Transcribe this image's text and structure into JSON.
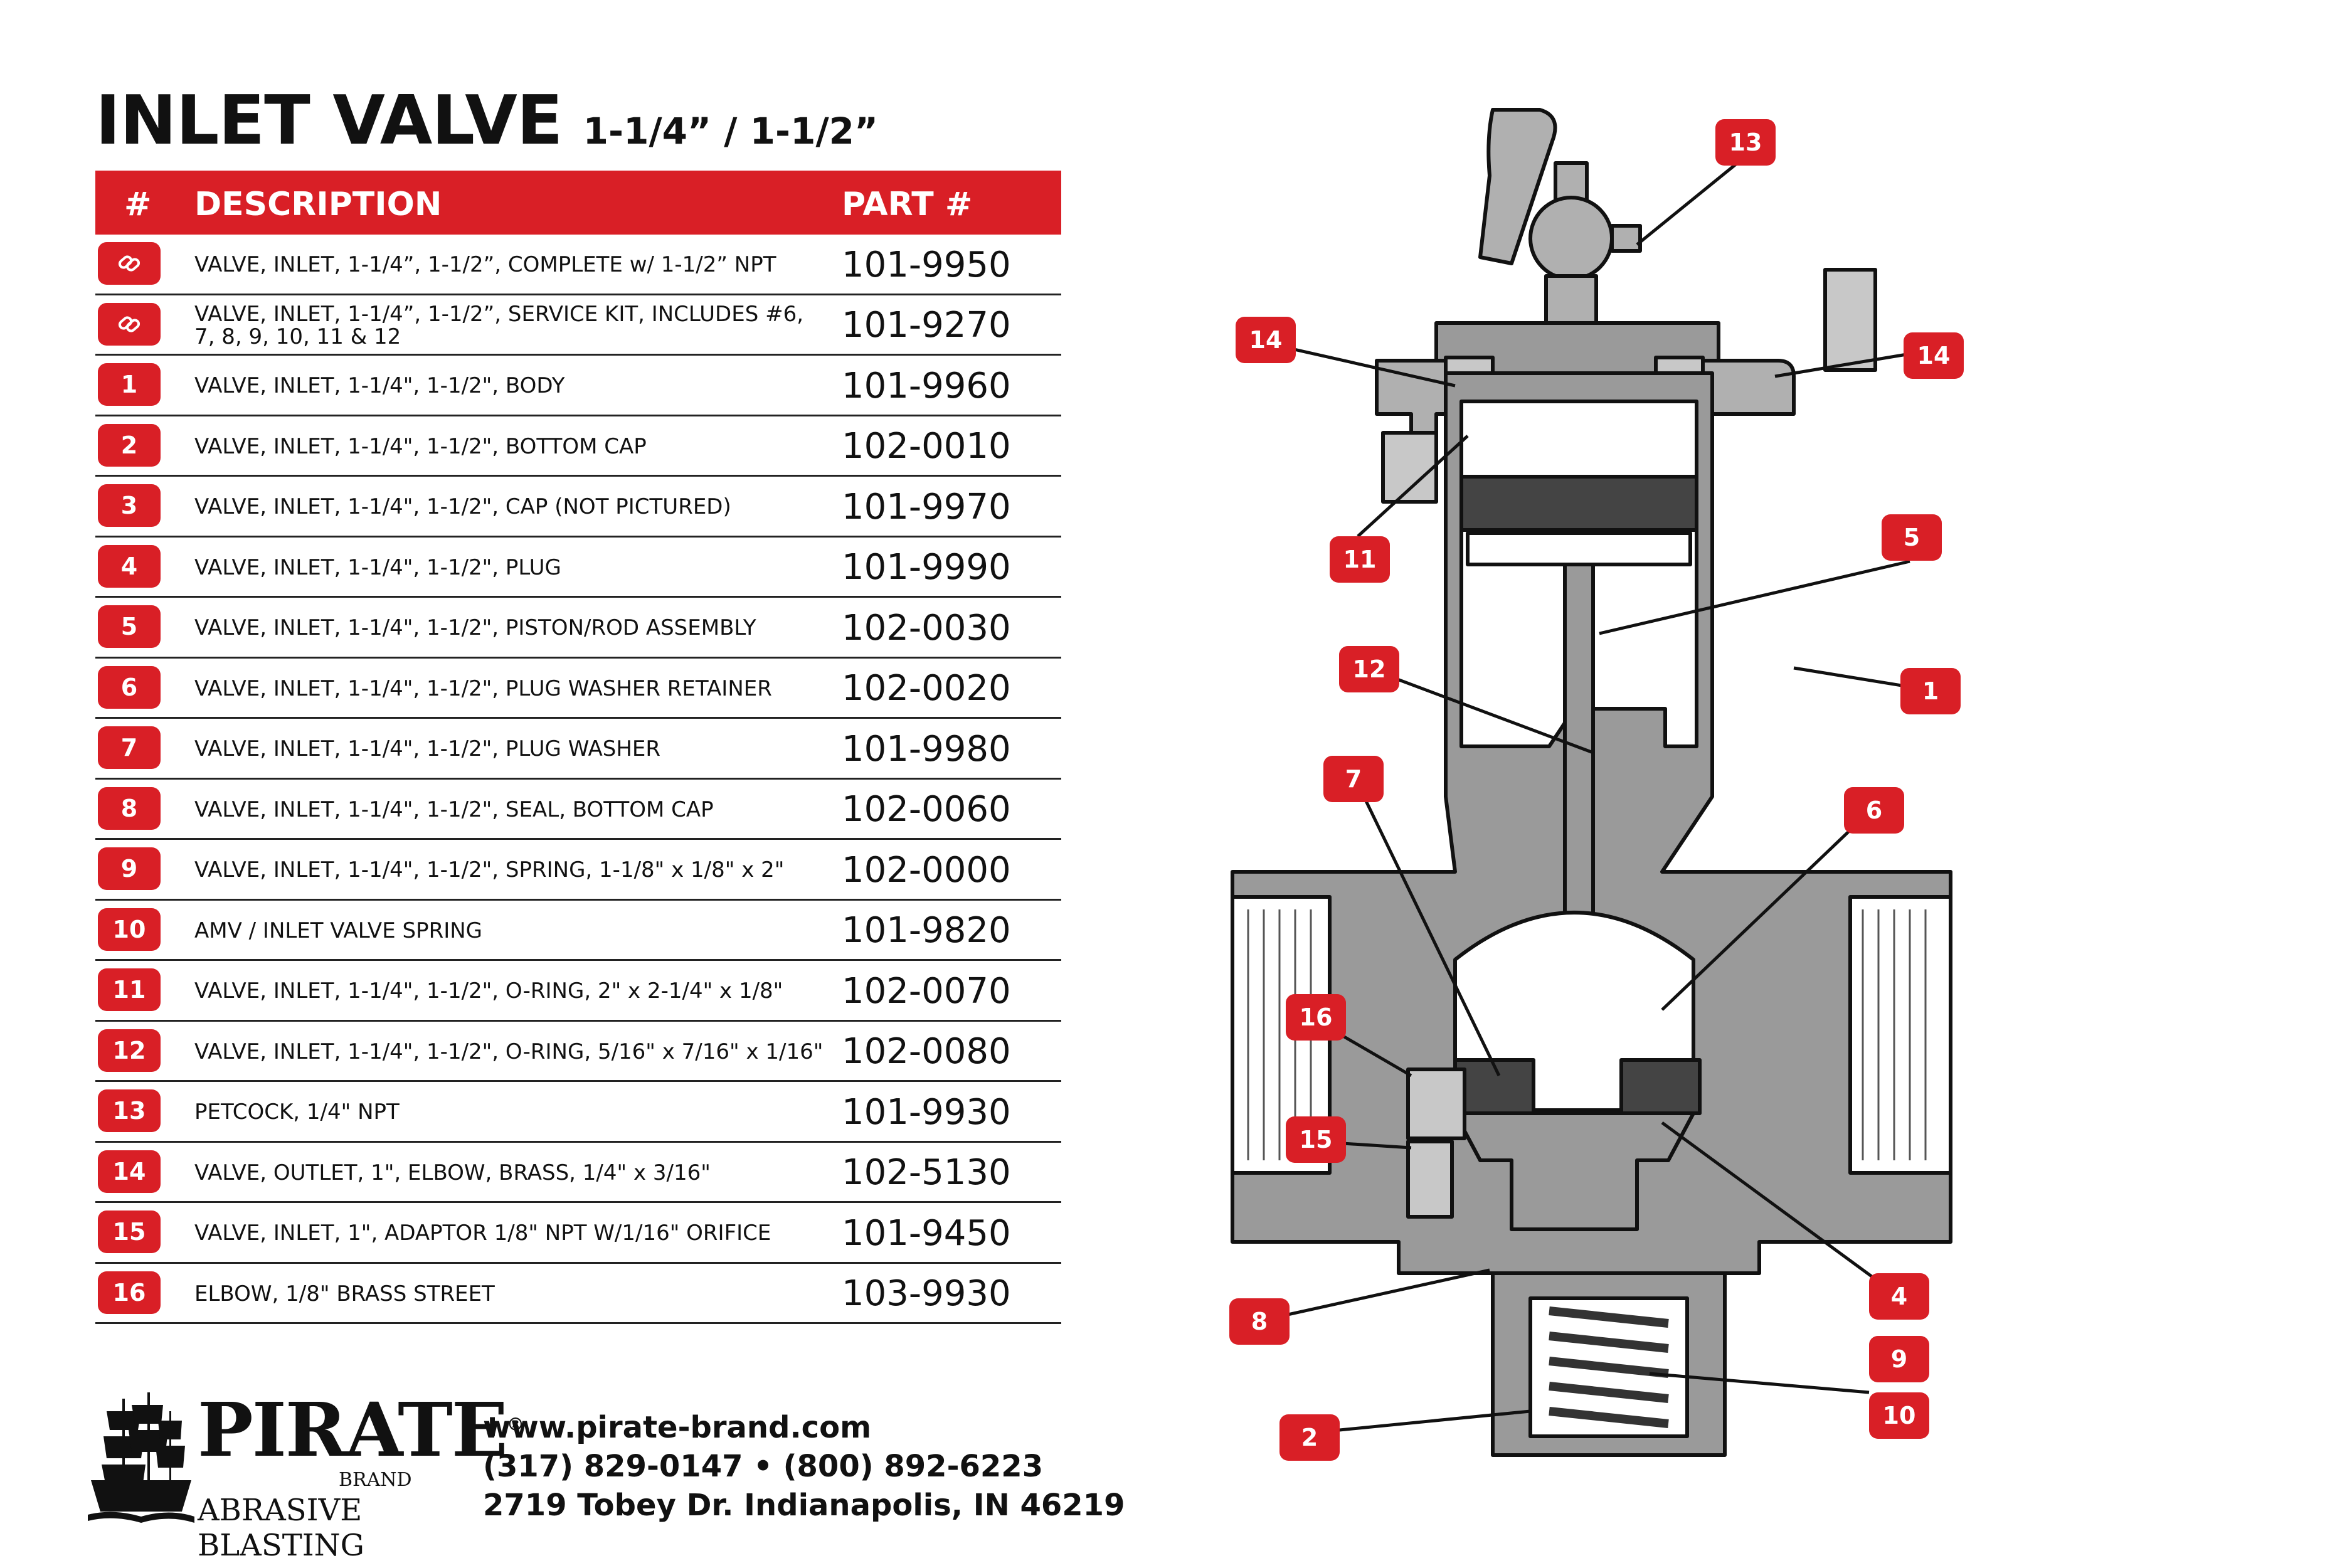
{
  "title": {
    "main": "INLET VALVE",
    "sizes": "1-1/4” / 1-1/2”"
  },
  "table": {
    "headers": {
      "num": "#",
      "description": "DESCRIPTION",
      "part": "PART #"
    },
    "rows": [
      {
        "num": "link-icon",
        "description": "VALVE, INLET, 1-1/4”, 1-1/2”, COMPLETE w/ 1-1/2” NPT",
        "part": "101-9950"
      },
      {
        "num": "link-icon",
        "description": "VALVE, INLET, 1-1/4”, 1-1/2”, SERVICE KIT, INCLUDES #6, 7, 8, 9, 10, 11 & 12",
        "part": "101-9270"
      },
      {
        "num": "1",
        "description": "VALVE, INLET, 1-1/4\", 1-1/2\", BODY",
        "part": "101-9960"
      },
      {
        "num": "2",
        "description": "VALVE, INLET, 1-1/4\", 1-1/2\", BOTTOM CAP",
        "part": "102-0010"
      },
      {
        "num": "3",
        "description": "VALVE, INLET, 1-1/4\", 1-1/2\", CAP (NOT PICTURED)",
        "part": "101-9970"
      },
      {
        "num": "4",
        "description": "VALVE, INLET, 1-1/4\", 1-1/2\", PLUG",
        "part": "101-9990"
      },
      {
        "num": "5",
        "description": "VALVE, INLET, 1-1/4\", 1-1/2\", PISTON/ROD ASSEMBLY",
        "part": "102-0030"
      },
      {
        "num": "6",
        "description": "VALVE, INLET, 1-1/4\", 1-1/2\", PLUG WASHER RETAINER",
        "part": "102-0020"
      },
      {
        "num": "7",
        "description": "VALVE, INLET, 1-1/4\", 1-1/2\", PLUG WASHER",
        "part": "101-9980"
      },
      {
        "num": "8",
        "description": "VALVE, INLET, 1-1/4\", 1-1/2\", SEAL, BOTTOM CAP",
        "part": "102-0060"
      },
      {
        "num": "9",
        "description": "VALVE, INLET, 1-1/4\", 1-1/2\", SPRING, 1-1/8\" x 1/8\" x 2\"",
        "part": "102-0000"
      },
      {
        "num": "10",
        "description": "AMV / INLET VALVE SPRING",
        "part": "101-9820"
      },
      {
        "num": "11",
        "description": "VALVE, INLET, 1-1/4\", 1-1/2\", O-RING, 2\" x 2-1/4\" x 1/8\"",
        "part": "102-0070"
      },
      {
        "num": "12",
        "description": "VALVE, INLET, 1-1/4\", 1-1/2\", O-RING, 5/16\" x 7/16\" x 1/16\"",
        "part": "102-0080"
      },
      {
        "num": "13",
        "description": "PETCOCK, 1/4\" NPT",
        "part": "101-9930"
      },
      {
        "num": "14",
        "description": "VALVE, OUTLET, 1\", ELBOW, BRASS, 1/4\" x 3/16\"",
        "part": "102-5130"
      },
      {
        "num": "15",
        "description": "VALVE, INLET, 1\", ADAPTOR 1/8\" NPT W/1/16\" ORIFICE",
        "part": "101-9450"
      },
      {
        "num": "16",
        "description": "ELBOW, 1/8\" BRASS STREET",
        "part": "103-9930"
      }
    ]
  },
  "brand": {
    "name": "PIRATE",
    "registered": "®",
    "sub": "BRAND",
    "tagline": "ABRASIVE BLASTING"
  },
  "contact": {
    "website": "www.pirate-brand.com",
    "phones": "(317) 829-0147 • (800) 892-6223",
    "address": "2719 Tobey Dr. Indianapolis, IN 46219"
  },
  "callouts": [
    "13",
    "14",
    "14",
    "11",
    "5",
    "12",
    "1",
    "7",
    "6",
    "16",
    "15",
    "8",
    "4",
    "9",
    "10",
    "2"
  ],
  "colors": {
    "accent": "#d91f26",
    "part_fill": "#9a9a9a",
    "light_fill": "#c8c8c8",
    "outline": "#111111"
  }
}
